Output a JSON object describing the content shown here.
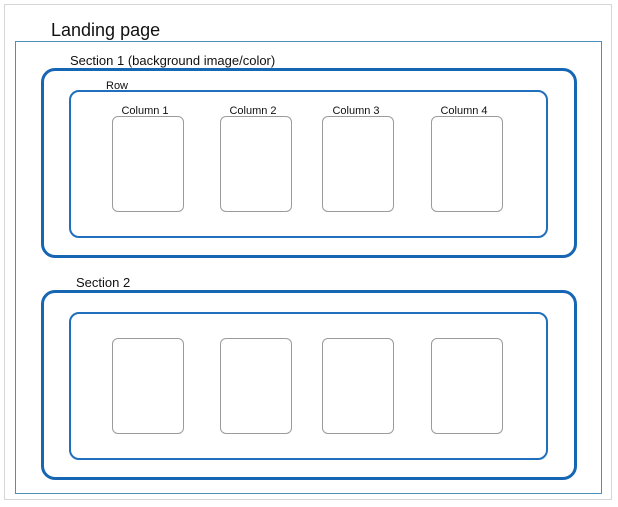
{
  "page": {
    "title": "Landing page"
  },
  "sections": [
    {
      "label": "Section 1 (background image/color)",
      "row_label": "Row",
      "columns": [
        "Column 1",
        "Column 2",
        "Column 3",
        "Column 4"
      ]
    },
    {
      "label": "Section 2",
      "row_label": "",
      "columns": []
    }
  ],
  "colors": {
    "section_border": "#1766b3",
    "row_border": "#1f6fbd",
    "page_border": "#4d8fb8",
    "column_border": "#9b9b9b"
  }
}
